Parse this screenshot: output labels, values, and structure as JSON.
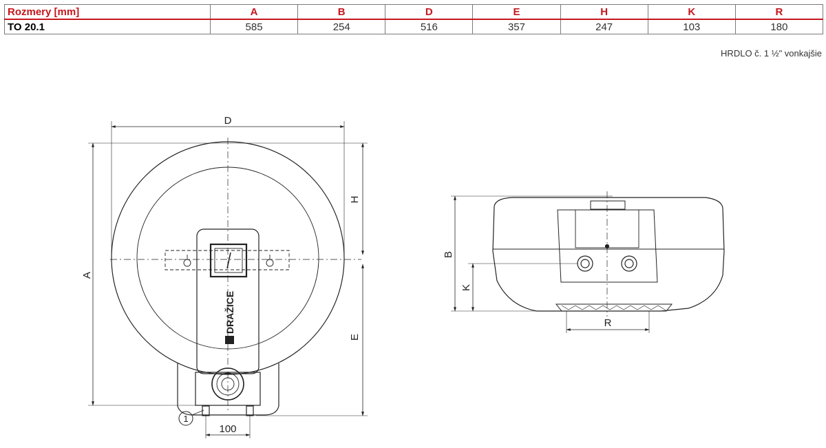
{
  "table": {
    "headers": [
      "Rozmery [mm]",
      "A",
      "B",
      "D",
      "E",
      "H",
      "K",
      "R"
    ],
    "row_label": "TO 20.1",
    "values": [
      "585",
      "254",
      "516",
      "357",
      "247",
      "103",
      "180"
    ]
  },
  "note": "HRDLO č. 1   ½\" vonkajšie",
  "front_view": {
    "labels": {
      "D": "D",
      "A": "A",
      "H": "H",
      "E": "E",
      "width": "100",
      "callout": "1"
    },
    "logo_text": "DRAŽICE"
  },
  "side_view": {
    "labels": {
      "B": "B",
      "K": "K",
      "R": "R"
    }
  }
}
